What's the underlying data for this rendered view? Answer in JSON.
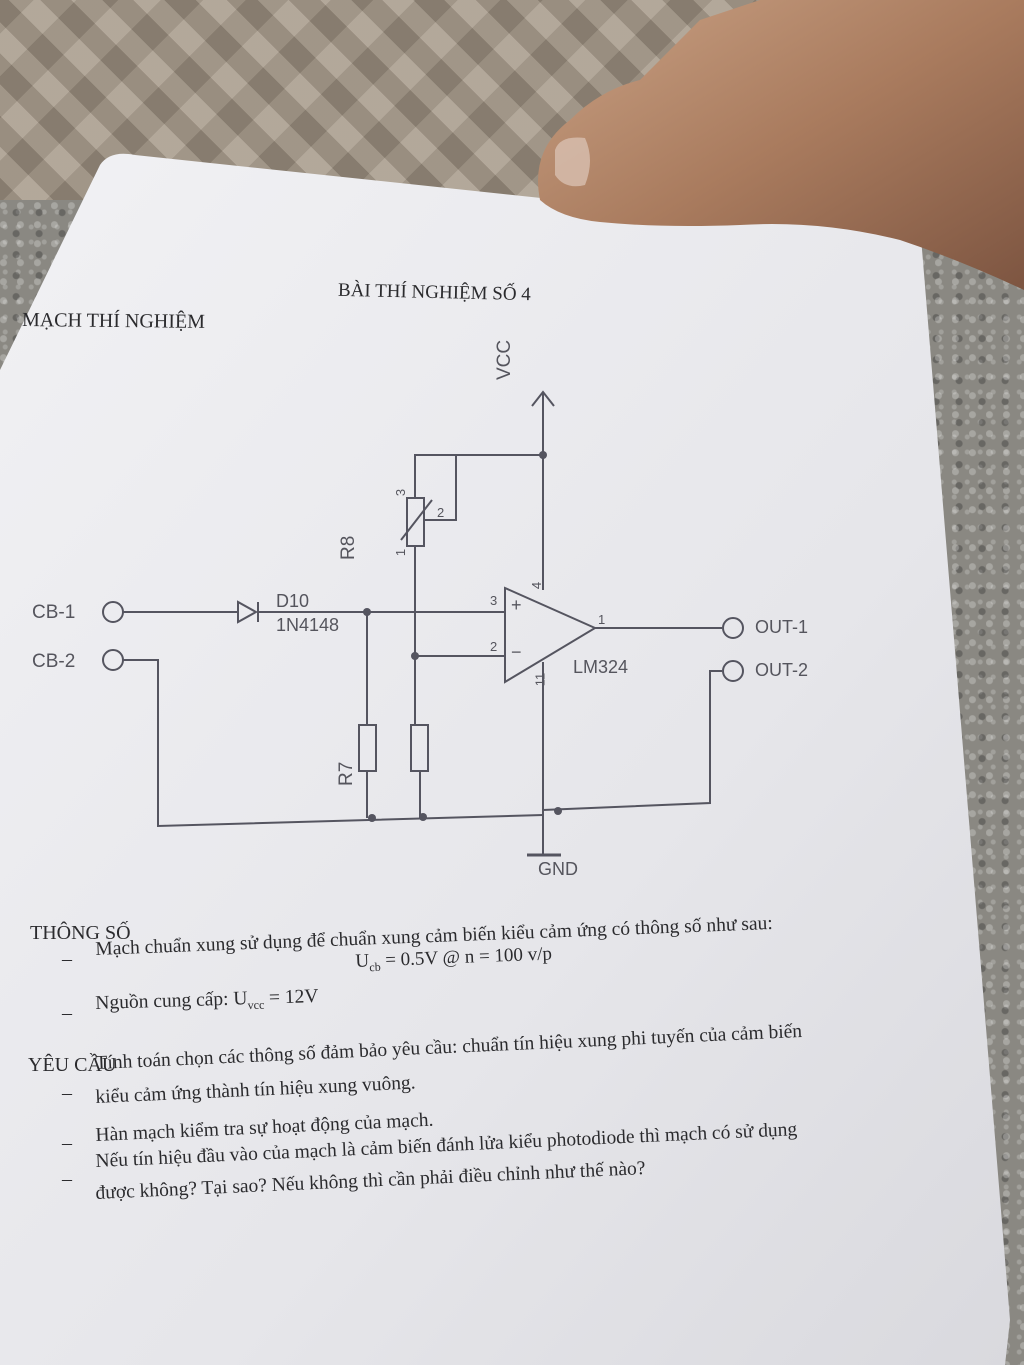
{
  "document": {
    "title": "BÀI THÍ NGHIỆM SỐ 4",
    "section_circuit": "MẠCH THÍ NGHIỆM",
    "section_params": "THÔNG SỐ",
    "section_requirements": "YÊU CẦU"
  },
  "circuit": {
    "vcc": "VCC",
    "gnd": "GND",
    "cb1": "CB-1",
    "cb2": "CB-2",
    "out1": "OUT-1",
    "out2": "OUT-2",
    "diode_ref": "D10",
    "diode_part": "1N4148",
    "opamp_part": "LM324",
    "r8": "R8",
    "r7": "R7",
    "pins": {
      "pot_1": "1",
      "pot_2": "2",
      "pot_3": "3",
      "in_plus": "3",
      "in_minus": "2",
      "out": "1",
      "v_plus": "4",
      "v_minus": "11",
      "plus_sign": "+",
      "minus_sign": "−"
    }
  },
  "params": {
    "dash": "–",
    "item1": "Mạch chuẩn xung sử dụng để chuẩn xung cảm biến kiểu cảm ứng có thông số như sau:",
    "item1_formula_main": "U",
    "item1_formula_sub": "cb",
    "item1_formula_rest": " = 0.5V @ n = 100 v/p",
    "item2_main": "Nguồn cung cấp: U",
    "item2_sub": "vcc",
    "item2_rest": " = 12V"
  },
  "requirements": {
    "dash": "–",
    "item1_line1": "Tính toán chọn các thông số đảm bảo yêu cầu: chuẩn tín hiệu xung phi tuyến của cảm biến",
    "item1_line2": "kiểu cảm ứng thành tín hiệu xung vuông.",
    "item2": "Hàn mạch kiểm tra sự hoạt động của mạch.",
    "item3_line1": "Nếu tín hiệu đầu vào của mạch là cảm biến đánh lửa kiểu photodiode thì mạch có sử dụng",
    "item3_line2": "được không? Tại sao? Nếu không thì cần phải điều chỉnh như thế nào?"
  }
}
